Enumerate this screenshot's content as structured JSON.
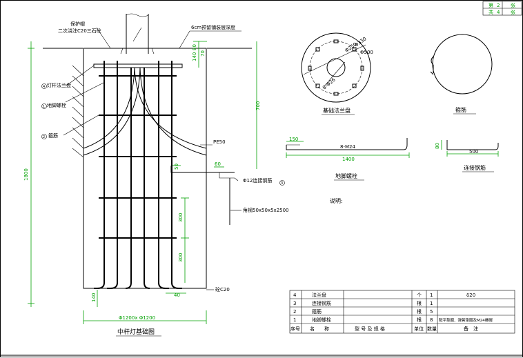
{
  "title_block": {
    "sheet_label": "第",
    "sheet_no": "2",
    "sheet_unit": "张",
    "total_label": "共",
    "total_no": "4",
    "total_unit": "张"
  },
  "section": {
    "title": "中杆灯基础图",
    "labels": {
      "protective_cap": "保护帽",
      "secondary_pour": "二次浇注C20三石砼",
      "top_layer": "6cm预留铺装层深度",
      "flange": "灯杆法兰盘",
      "anchor_bolt": "地脚螺栓",
      "ring_bar": "箍筋",
      "pipe": "PE50",
      "link_bar": "Φ12连接钢筋",
      "angle_steel": "角钢50x50x5x2500",
      "concrete": "砼C20"
    },
    "dims": {
      "d_140a": "140",
      "d_80": "80",
      "d_70": "70",
      "d_700": "700",
      "d_1800": "1800",
      "d_50": "50",
      "d_60": "60",
      "d_300a": "300",
      "d_300b": "300",
      "d_140b": "140",
      "d_40": "40",
      "width": "Φ1200x Φ1200"
    },
    "markers": {
      "m1": "1",
      "m2": "2",
      "m3": "3",
      "m4": "4"
    }
  },
  "plan_flange": {
    "caption": "基础法兰盘",
    "d1": "Φ250",
    "d2": "Φ330",
    "d3": "Φ500",
    "holes": "8-Φ26"
  },
  "stirrup": {
    "caption": "箍筋"
  },
  "bolt": {
    "caption": "地脚螺栓",
    "d_150": "150",
    "d_1400": "1400",
    "spec": "8-M24"
  },
  "link_steel": {
    "caption": "连接钢筋",
    "d_80": "80",
    "d_500": "500"
  },
  "notes_title": "说明:",
  "bom": {
    "header": [
      "序号",
      "名　　称",
      "型 号 及 规 格",
      "单位",
      "数量",
      "备　注"
    ],
    "rows": [
      {
        "no": "4",
        "name": "法兰盘",
        "spec": "",
        "unit": "个",
        "qty": "1",
        "note": "δ20"
      },
      {
        "no": "3",
        "name": "连接钢筋",
        "spec": "",
        "unit": "根",
        "qty": "1",
        "note": ""
      },
      {
        "no": "2",
        "name": "箍筋",
        "spec": "",
        "unit": "根",
        "qty": "5",
        "note": ""
      },
      {
        "no": "1",
        "name": "地脚螺栓",
        "spec": "",
        "unit": "根",
        "qty": "8",
        "note": "配平垫圈、弹簧垫圈及M24螺帽"
      }
    ]
  }
}
